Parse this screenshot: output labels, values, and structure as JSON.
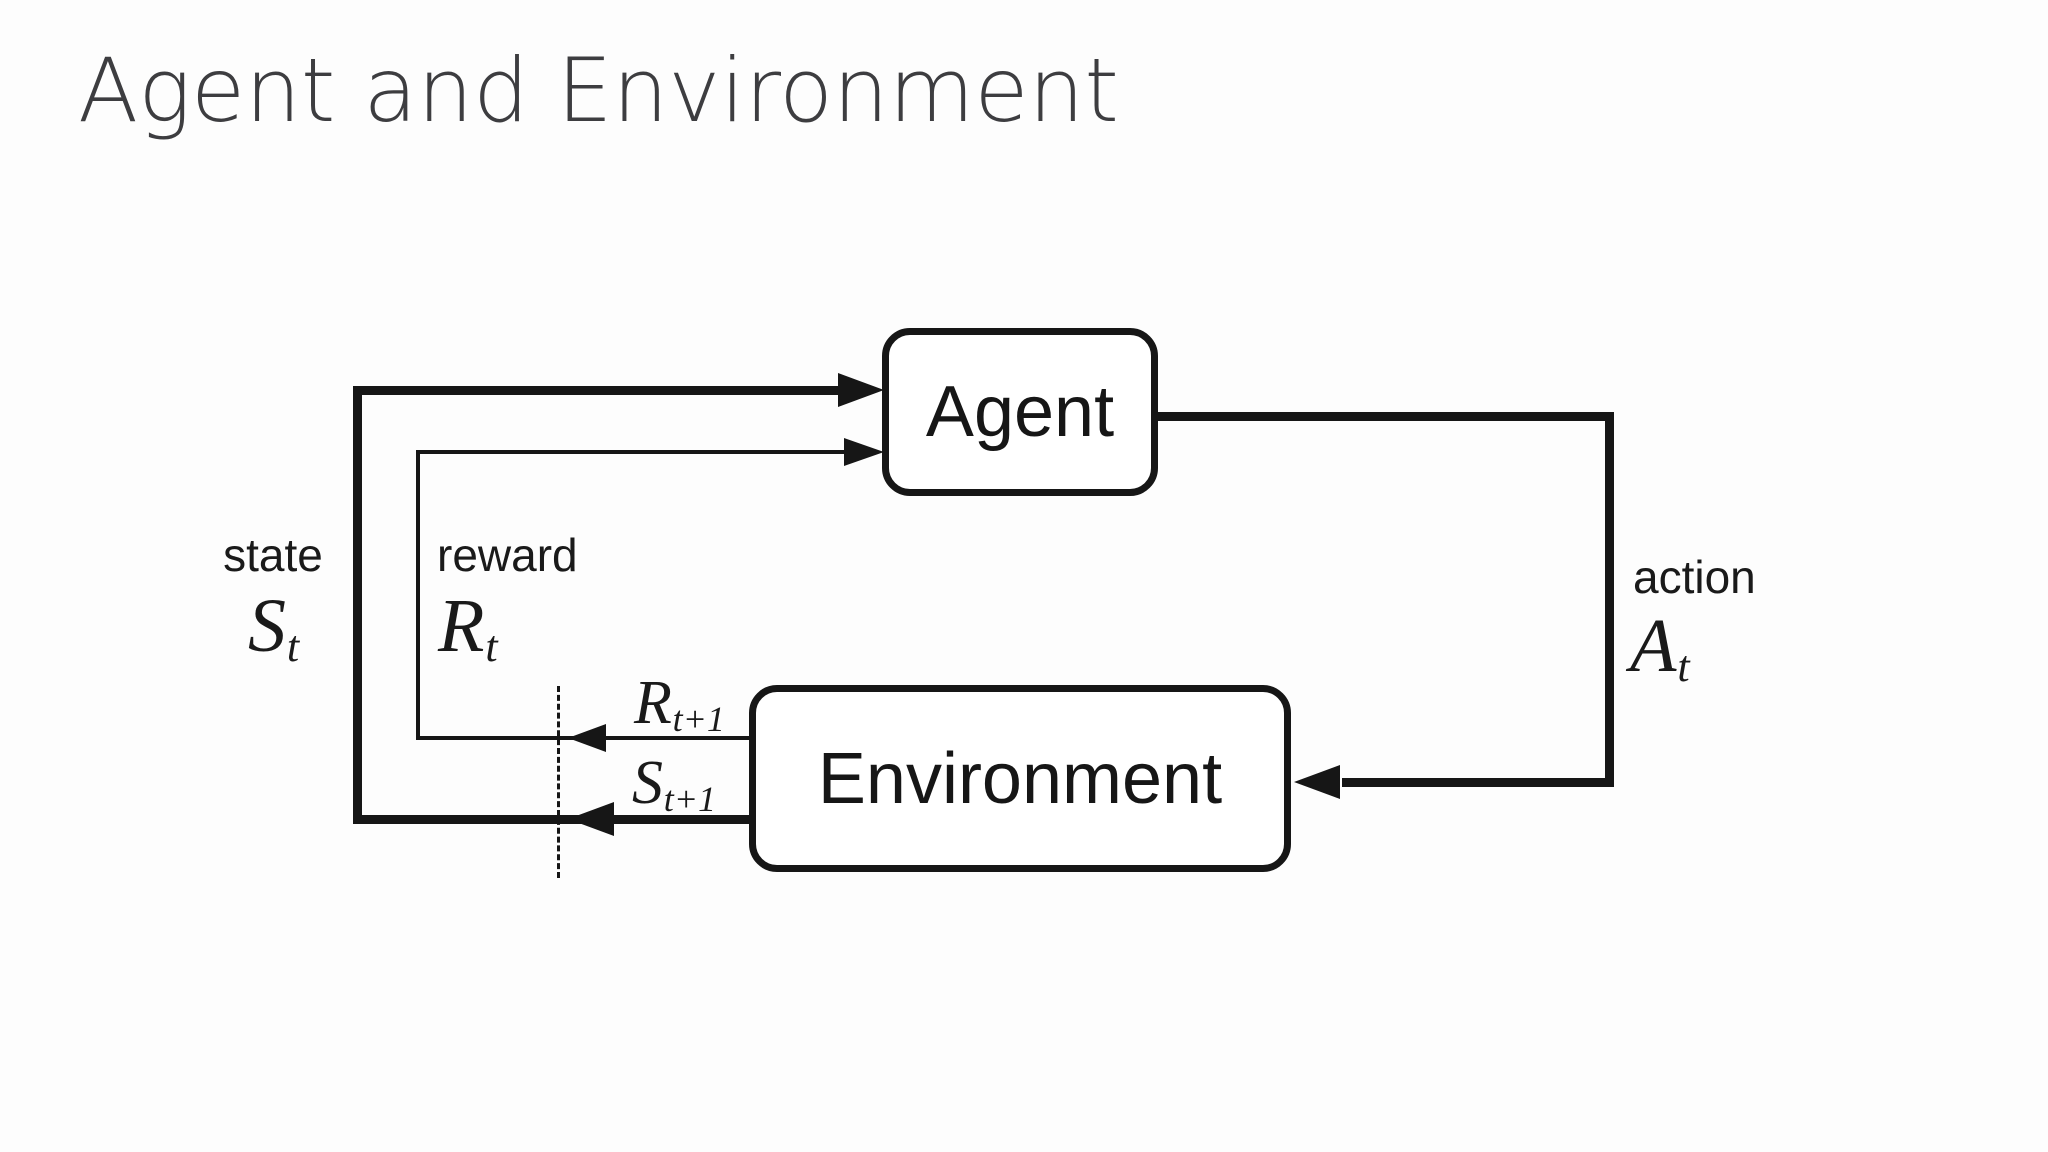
{
  "title": "Agent and Environment",
  "colors": {
    "background": "#fdfdfd",
    "ink": "#161616",
    "title_text": "#3d3d40"
  },
  "diagram": {
    "nodes": [
      {
        "id": "agent",
        "label": "Agent"
      },
      {
        "id": "environment",
        "label": "Environment"
      }
    ],
    "labels": {
      "state": {
        "word": "state",
        "sym": "S",
        "sub": "t"
      },
      "reward": {
        "word": "reward",
        "sym": "R",
        "sub": "t"
      },
      "action": {
        "word": "action",
        "sym": "A",
        "sub": "t"
      },
      "next_reward": {
        "sym": "R",
        "sub": "t+1"
      },
      "next_state": {
        "sym": "S",
        "sub": "t+1"
      }
    },
    "edges": [
      {
        "from": "environment",
        "to": "agent",
        "meaning": "state S_t"
      },
      {
        "from": "environment",
        "to": "agent",
        "meaning": "reward R_t"
      },
      {
        "from": "agent",
        "to": "environment",
        "meaning": "action A_t"
      }
    ]
  }
}
